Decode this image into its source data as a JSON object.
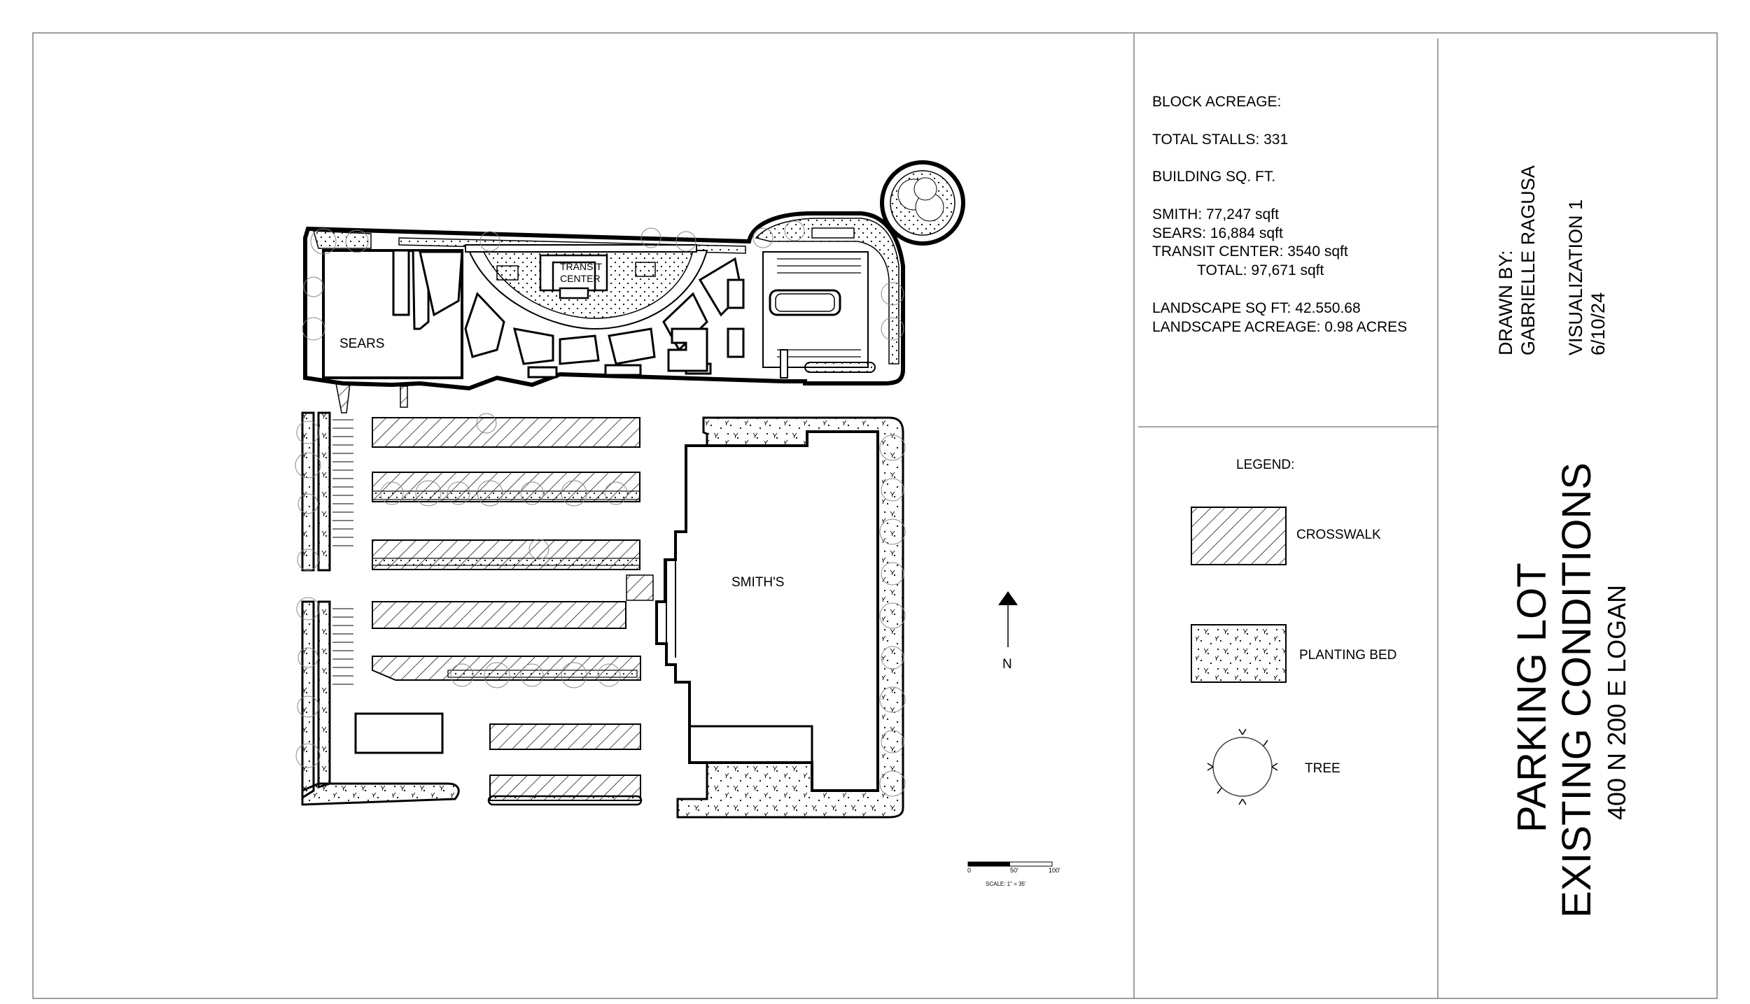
{
  "info": {
    "block_acreage": "BLOCK ACREAGE:",
    "total_stalls": "TOTAL STALLS: 331",
    "building_sqft": "BUILDING SQ. FT.",
    "smith": "SMITH: 77,247 sqft",
    "sears": "SEARS: 16,884 sqft",
    "transit_center": "TRANSIT CENTER: 3540 sqft",
    "total": "TOTAL: 97,671 sqft",
    "landscape_sqft": "LANDSCAPE SQ FT: 42.550.68",
    "landscape_acreage": "LANDSCAPE ACREAGE: 0.98 ACRES"
  },
  "legend": {
    "title": "LEGEND:",
    "crosswalk": "CROSSWALK",
    "planting_bed": "PLANTING BED",
    "tree": "TREE"
  },
  "buildings": {
    "sears": "SEARS",
    "smiths": "SMITH'S",
    "transit_line1": "TRANSIT",
    "transit_line2": "CENTER"
  },
  "north": "N",
  "scale": {
    "t0": "0",
    "t50": "50'",
    "t100": "100'",
    "label": "SCALE: 1\" = 35'"
  },
  "title_block": {
    "drawn_by": "DRAWN BY:",
    "author": "GABRIELLE RAGUSA",
    "visualization": "VISUALIZATION 1",
    "date": "6/10/24",
    "title_line1": "PARKING LOT",
    "title_line2": "EXISTING CONDITIONS",
    "address": "400 N 200 E LOGAN"
  }
}
